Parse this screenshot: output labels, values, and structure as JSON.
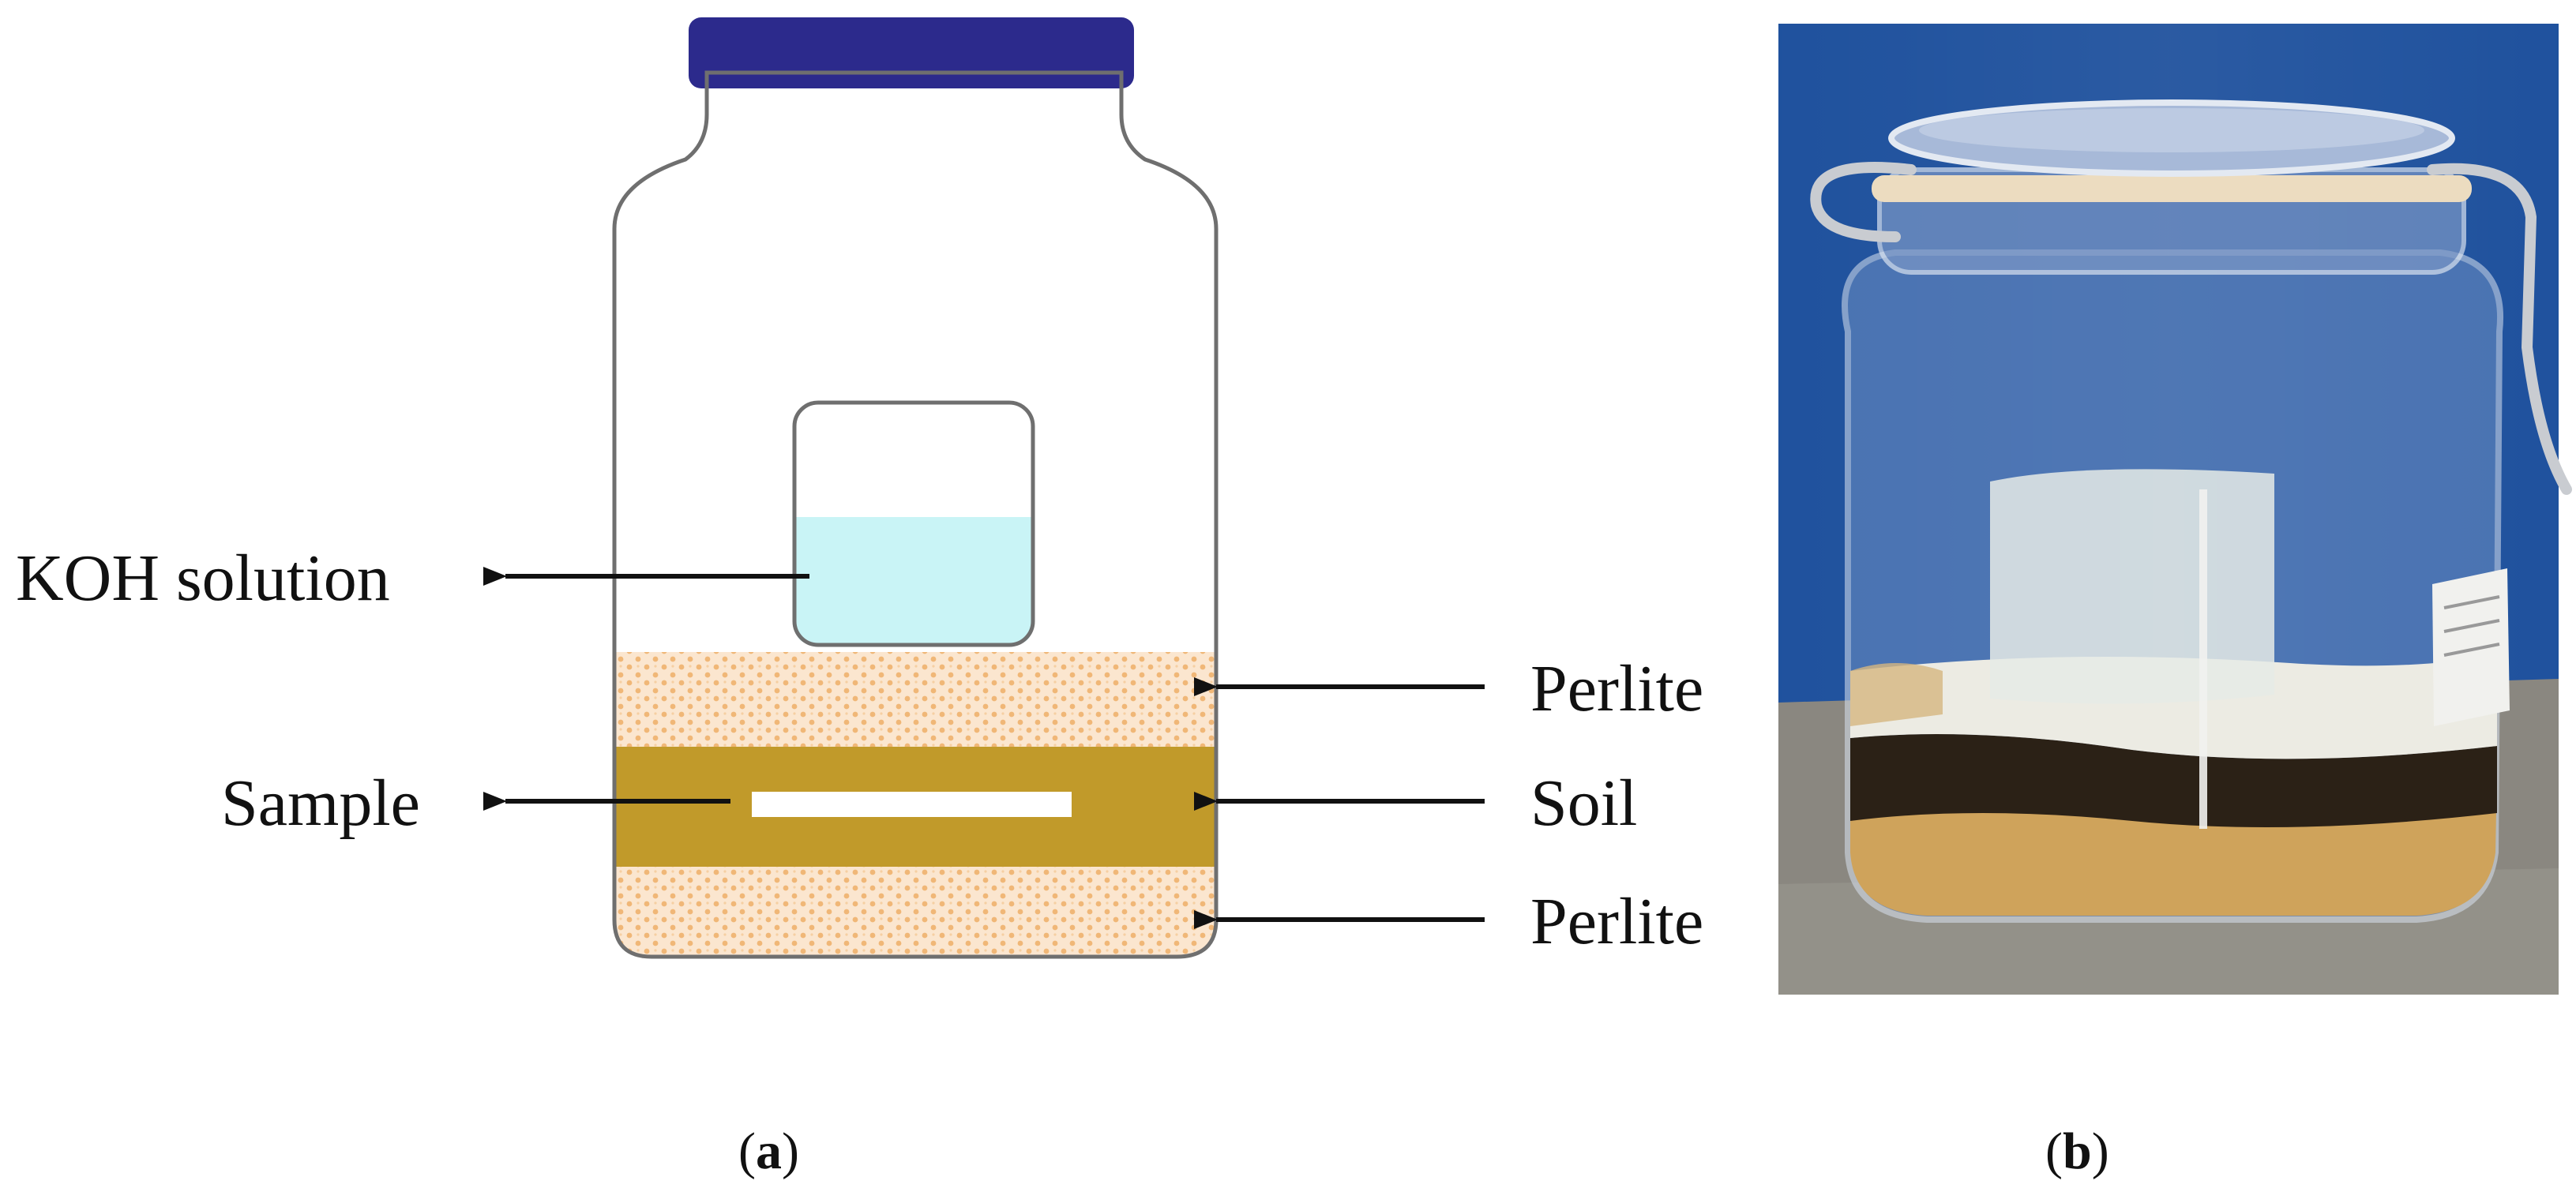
{
  "diagram": {
    "labels": {
      "koh": "KOH solution",
      "sample": "Sample",
      "perlite_top": "Perlite",
      "soil": "Soil",
      "perlite_bottom": "Perlite"
    },
    "colors": {
      "cap": "#2c2a8c",
      "jar_outline": "#6f6f6f",
      "koh_liquid": "#c9f4f6",
      "perlite_base": "#fbe6cf",
      "perlite_dot": "#f0b777",
      "soil": "#c19a2a",
      "sample_strip": "#ffffff"
    }
  },
  "photo": {
    "colors": {
      "background_blue": "#1c4f9c",
      "table": "#8a8780",
      "perlite_white": "#ecebe3",
      "soil_dark": "#2b2116",
      "perlite_orange": "#cfa35b"
    }
  },
  "captions": {
    "a": {
      "open": "(",
      "letter": "a",
      "close": ")"
    },
    "b": {
      "open": "(",
      "letter": "b",
      "close": ")"
    }
  }
}
